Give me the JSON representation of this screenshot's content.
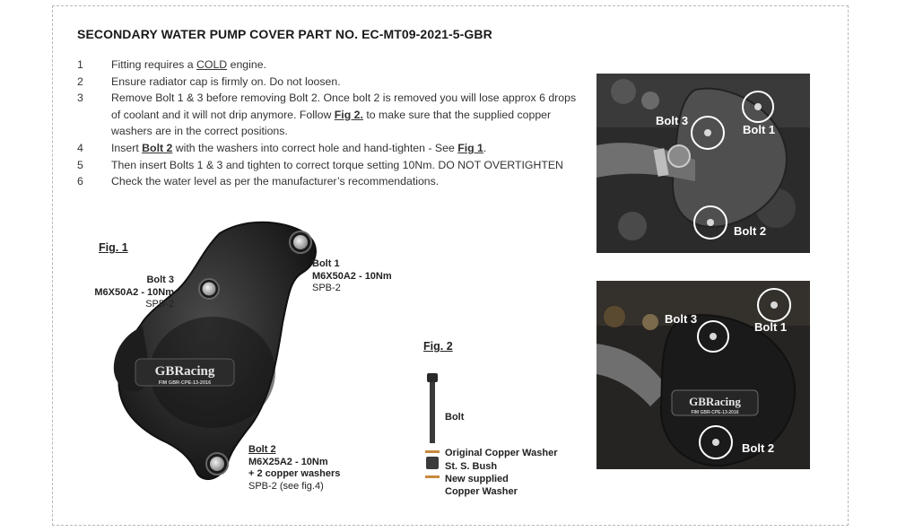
{
  "doc": {
    "title": "SECONDARY WATER PUMP COVER PART NO. EC-MT09-2021-5-GBR"
  },
  "steps": [
    {
      "num": "1",
      "a": "Fitting requires a ",
      "b": "COLD",
      "c": " engine."
    },
    {
      "num": "2",
      "text": "Ensure radiator cap is firmly on. Do not loosen."
    },
    {
      "num": "3",
      "a": "Remove Bolt 1 & 3 before removing Bolt 2. Once bolt 2 is removed you will lose approx 6 drops of coolant and it will not drip anymore. Follow ",
      "b": "Fig 2.",
      "c": " to make sure that the supplied copper washers are in the correct positions."
    },
    {
      "num": "4",
      "a": "Insert ",
      "b": "Bolt 2",
      "c": " with the washers into correct hole and hand-tighten - See ",
      "d": "Fig 1",
      "e": "."
    },
    {
      "num": "5",
      "text": "Then insert Bolts 1 & 3 and tighten to correct torque setting 10Nm. DO NOT OVERTIGHTEN"
    },
    {
      "num": "6",
      "text": "Check the water level as per the manufacturer’s recommendations."
    }
  ],
  "fig1": {
    "label": "Fig. 1",
    "bolt3": {
      "name": "Bolt 3",
      "spec": "M6X50A2 - 10Nm",
      "part": "SPB-2"
    },
    "bolt1": {
      "name": "Bolt 1",
      "spec": "M6X50A2 - 10Nm",
      "part": "SPB-2"
    },
    "bolt2": {
      "name": "Bolt 2",
      "spec": "M6X25A2 - 10Nm",
      "extra": "+ 2 copper washers",
      "part": "SPB-2 (see fig.4)"
    },
    "cover_brand": "GBRacing",
    "cover_fim": "FIM GBR-CPE-13-2016"
  },
  "fig2": {
    "label": "Fig. 2",
    "bolt": "Bolt",
    "original_washer": "Original Copper Washer",
    "bush": "St. S. Bush",
    "new_washer_1": "New supplied",
    "new_washer_2": "Copper Washer"
  },
  "photo_top": {
    "bolt3": "Bolt 3",
    "bolt1": "Bolt 1",
    "bolt2": "Bolt 2"
  },
  "photo_bottom": {
    "bolt3": "Bolt 3",
    "bolt1": "Bolt 1",
    "bolt2": "Bolt 2",
    "brand": "GBRacing",
    "fim": "FIM GBR-CPE-13-2016"
  }
}
